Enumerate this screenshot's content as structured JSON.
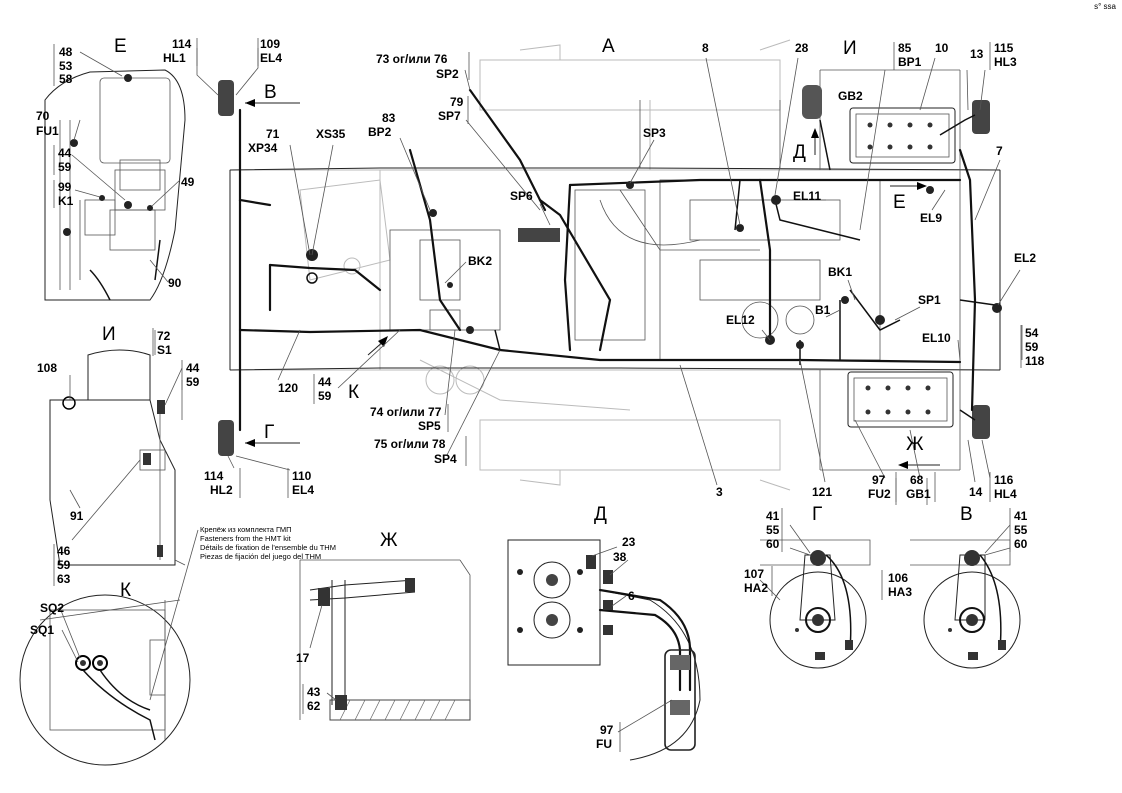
{
  "corner_mark": "s° ssa",
  "view_letters": {
    "A": "A",
    "E_main": "Е",
    "E_detail": "Е",
    "I_main": "И",
    "I_detail": "И",
    "V_arrow": "В",
    "V_detail": "В",
    "G_arrow": "Г",
    "G_detail": "Г",
    "D_arrow": "Д",
    "D_detail": "Д",
    "K_arrow": "К",
    "K_detail": "К",
    "Zh_arrow": "Ж",
    "Zh_detail": "Ж",
    "E_arrow": "Е"
  },
  "labels": {
    "l48": "48",
    "l53": "53",
    "l58": "58",
    "l70": "70",
    "FU1": "FU1",
    "l44a": "44",
    "l59a": "59",
    "l99": "99",
    "K1": "K1",
    "l49": "49",
    "l90": "90",
    "l114a": "114",
    "HL1": "HL1",
    "l109": "109",
    "EL4a": "EL4",
    "l71": "71",
    "XP34": "XP34",
    "XS35": "XS35",
    "l83": "83",
    "BP2": "BP2",
    "l73": "73 ог/или 76",
    "SP2": "SP2",
    "l79": "79",
    "SP7": "SP7",
    "l8": "8",
    "l28": "28",
    "SP3": "SP3",
    "SP6": "SP6",
    "BK2": "BK2",
    "l85": "85",
    "BP1": "BP1",
    "l10": "10",
    "l13": "13",
    "l115": "115",
    "HL3": "HL3",
    "GB2": "GB2",
    "EL11": "EL11",
    "EL9": "EL9",
    "l7": "7",
    "EL2": "EL2",
    "BK1": "BK1",
    "SP1": "SP1",
    "EL12": "EL12",
    "B1": "B1",
    "EL10": "EL10",
    "l54": "54",
    "l59b": "59",
    "l118": "118",
    "l72": "72",
    "S1": "S1",
    "l108": "108",
    "l44b": "44",
    "l59c": "59",
    "l120": "120",
    "l44c": "44",
    "l59d": "59",
    "l74": "74 ог/или 77",
    "SP5": "SP5",
    "l75": "75 ог/или 78",
    "SP4": "SP4",
    "l3": "3",
    "l121": "121",
    "l97a": "97",
    "FU2": "FU2",
    "l68": "68",
    "GB1": "GB1",
    "l14": "14",
    "l116": "116",
    "HL4": "HL4",
    "l114b": "114",
    "HL2": "HL2",
    "l110": "110",
    "EL4b": "EL4",
    "l91": "91",
    "l46": "46",
    "l59e": "59",
    "l63": "63",
    "SQ2": "SQ2",
    "SQ1": "SQ1",
    "l17": "17",
    "l43": "43",
    "l62": "62",
    "l23": "23",
    "l38": "38",
    "l6": "6",
    "l97b": "97",
    "FU": "FU",
    "l41a": "41",
    "l55a": "55",
    "l60a": "60",
    "l107": "107",
    "HA2": "HA2",
    "l41b": "41",
    "l55b": "55",
    "l60b": "60",
    "l106": "106",
    "HA3": "HA3"
  },
  "fasteners_note": [
    "Крепёж из комплекта ГМП",
    "Fasteners from the HMT kit",
    "Détails de fixation de l'ensemble du THM",
    "Piezas de fijación del juego del THM"
  ]
}
